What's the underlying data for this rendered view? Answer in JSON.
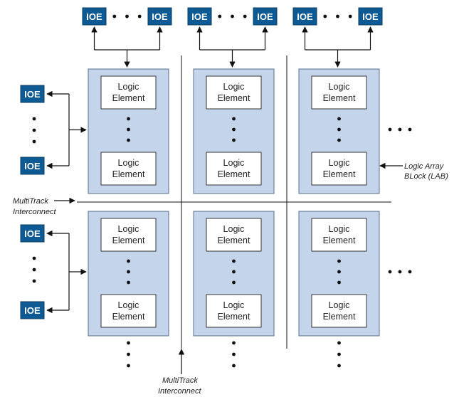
{
  "diagram": {
    "ioe_label": "IOE",
    "logic_element_line1": "Logic",
    "logic_element_line2": "Element",
    "lab_label_line1": "Logic Array",
    "lab_label_line2": "BLock (LAB)",
    "multitrack_left_line1": "MultiTrack",
    "multitrack_left_line2": "Interconnect",
    "multitrack_bottom_line1": "MultiTrack",
    "multitrack_bottom_line2": "Interconnect"
  },
  "colors": {
    "ioe_fill": "#0d5a94",
    "ioe_border": "#0a3d66",
    "lab_fill": "#c4d4ea",
    "lab_border": "#5a6f8c",
    "le_fill": "#ffffff",
    "line": "#111111",
    "dot": "#111111"
  }
}
